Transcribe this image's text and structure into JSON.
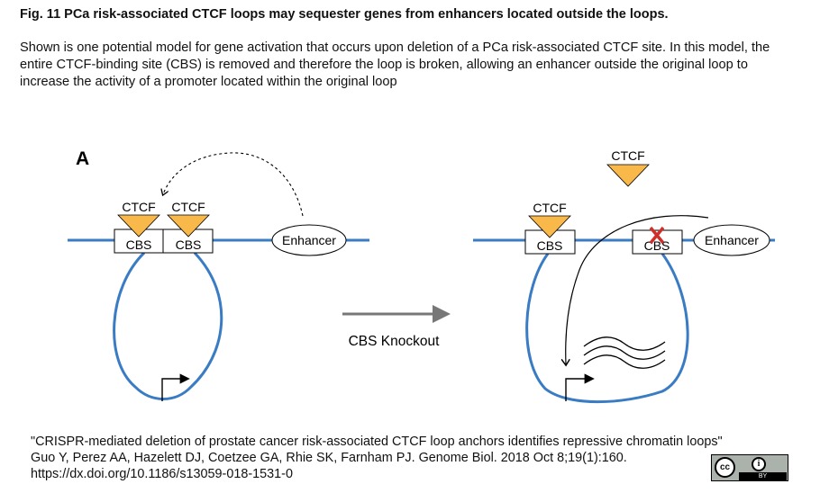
{
  "figure": {
    "title": "Fig. 11 PCa risk-associated CTCF loops may sequester genes from enhancers located outside the loops.",
    "description": "Shown is one potential model for gene activation that occurs upon deletion of a PCa risk-associated CTCF site. In this model, the entire CTCF-binding site (CBS) is removed and therefore the loop is broken, allowing an enhancer outside the original loop to increase the activity of a promoter located within the original loop"
  },
  "diagram": {
    "panel_label": "A",
    "left": {
      "ctcf_1": "CTCF",
      "ctcf_2": "CTCF",
      "cbs_1": "CBS",
      "cbs_2": "CBS",
      "enhancer": "Enhancer"
    },
    "transition": {
      "label": "CBS Knockout"
    },
    "right": {
      "ctcf_bound": "CTCF",
      "ctcf_free": "CTCF",
      "cbs_1": "CBS",
      "cbs_deleted": "CBS",
      "enhancer": "Enhancer"
    },
    "colors": {
      "dna": "#3a7cc4",
      "ctcf": "#f9b84a",
      "deletion_mark": "#d0302a",
      "arrow": "#777777"
    }
  },
  "citation": {
    "line1": "\"CRISPR-mediated deletion of prostate cancer risk-associated CTCF loop anchors identifies repressive chromatin loops\"",
    "line2": "Guo Y, Perez AA, Hazelett DJ, Coetzee GA, Rhie SK, Farnham PJ. Genome Biol. 2018 Oct 8;19(1):160.",
    "line3": "https://dx.doi.org/10.1186/s13059-018-1531-0",
    "license_cc": "cc",
    "license_by": "BY"
  }
}
